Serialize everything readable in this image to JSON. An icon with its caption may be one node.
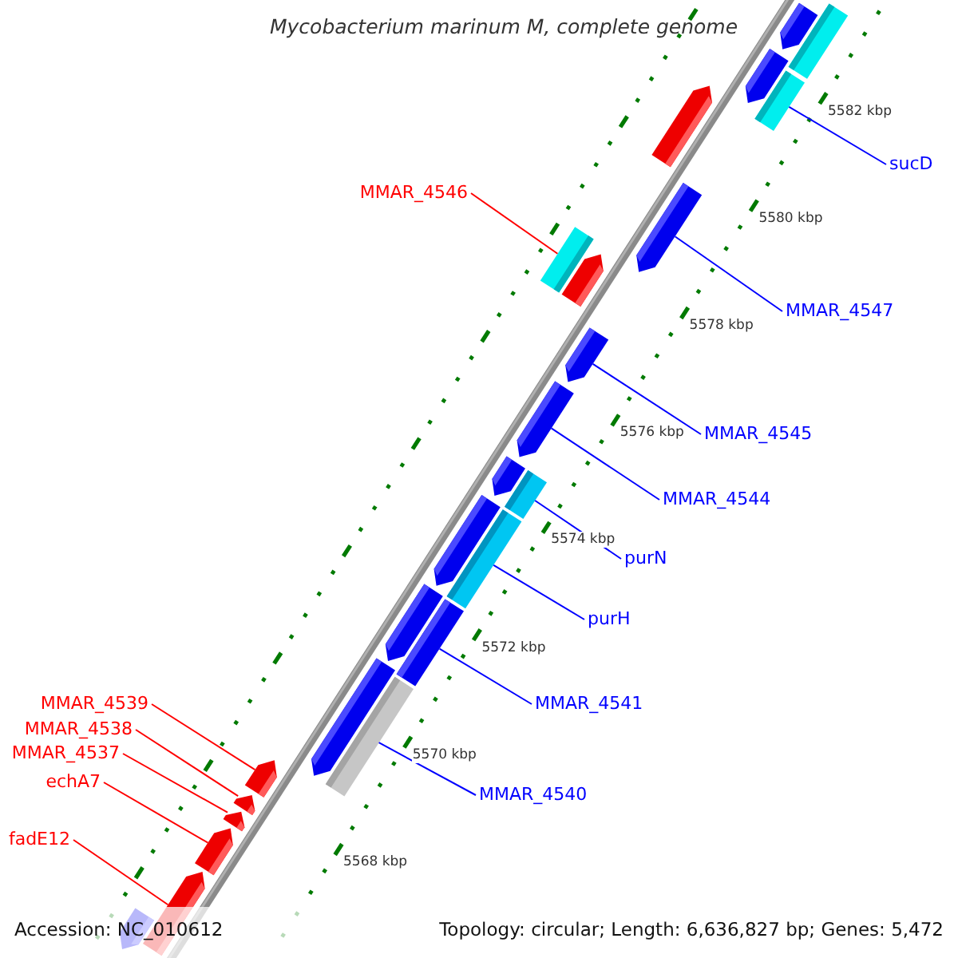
{
  "diagram": {
    "title": "Mycobacterium marinum M, complete genome",
    "nodes": [
      {
        "text": [
          "sucD"
        ]
      },
      {
        "text": [
          "MMAR_4546"
        ]
      },
      {
        "text": [
          "MMAR_4547"
        ]
      },
      {
        "text": [
          "MMAR_4545"
        ]
      },
      {
        "text": [
          "MMAR_4544"
        ]
      },
      {
        "text": [
          "purN"
        ]
      },
      {
        "text": [
          "purH"
        ]
      },
      {
        "text": [
          "MMAR_4539"
        ]
      },
      {
        "text": [
          "MMAR_4541"
        ]
      },
      {
        "text": [
          "MMAR_4538"
        ]
      },
      {
        "text": [
          "MMAR_4537"
        ]
      },
      {
        "text": [
          "echA7"
        ]
      },
      {
        "text": [
          "MMAR_4540"
        ]
      },
      {
        "text": [
          "fadE12"
        ]
      },
      {
        "text": [],
        "shape": "arrow"
      },
      {
        "text": [],
        "shape": "bar"
      },
      {
        "text": [],
        "shape": "arrow"
      },
      {
        "text": [],
        "shape": "bar"
      },
      {
        "text": [],
        "shape": "arrow"
      },
      {
        "text": [],
        "shape": "arrow"
      },
      {
        "text": [],
        "shape": "bar"
      },
      {
        "text": [],
        "shape": "arrow"
      },
      {
        "text": [],
        "shape": "arrow"
      },
      {
        "text": [],
        "shape": "arrow"
      },
      {
        "text": [],
        "shape": "arrow"
      },
      {
        "text": [],
        "shape": "bar"
      },
      {
        "text": [],
        "shape": "arrow"
      },
      {
        "text": [],
        "shape": "bar"
      },
      {
        "text": [],
        "shape": "arrow"
      },
      {
        "text": [],
        "shape": "bar"
      },
      {
        "text": [],
        "shape": "arrow"
      },
      {
        "text": [],
        "shape": "bar"
      },
      {
        "text": [],
        "shape": "arrow"
      },
      {
        "text": [],
        "shape": "arrow"
      },
      {
        "text": [],
        "shape": "arrow"
      },
      {
        "text": [],
        "shape": "arrow"
      },
      {
        "text": [],
        "shape": "arrow"
      },
      {
        "text": [],
        "shape": "arrow"
      }
    ],
    "edges": [
      {
        "from": 0,
        "to": 17,
        "arrow": "none"
      },
      {
        "from": 1,
        "to": 20,
        "arrow": "none",
        "color": "#ff0000"
      },
      {
        "from": 2,
        "to": 19,
        "arrow": "none"
      },
      {
        "from": 3,
        "to": 22,
        "arrow": "none"
      },
      {
        "from": 4,
        "to": 23,
        "arrow": "none"
      },
      {
        "from": 5,
        "to": 25,
        "arrow": "none"
      },
      {
        "from": 6,
        "to": 27,
        "arrow": "none"
      },
      {
        "from": 7,
        "to": 32,
        "arrow": "none",
        "color": "#ff0000"
      },
      {
        "from": 8,
        "to": 29,
        "arrow": "none"
      },
      {
        "from": 9,
        "to": 33,
        "arrow": "none",
        "color": "#ff0000"
      },
      {
        "from": 10,
        "to": 34,
        "arrow": "none",
        "color": "#ff0000"
      },
      {
        "from": 11,
        "to": 35,
        "arrow": "none",
        "color": "#ff0000"
      },
      {
        "from": 12,
        "to": 31,
        "arrow": "none"
      },
      {
        "from": 13,
        "to": 36,
        "arrow": "none",
        "color": "#ff0000"
      }
    ],
    "labels": [
      "5582 kbp",
      "5580 kbp",
      "5578 kbp",
      "5576 kbp",
      "5574 kbp",
      "5572 kbp",
      "5570 kbp",
      "5568 kbp",
      "Accession: NC_010612",
      "Topology: circular; Length: 6,636,827 bp; Genes: 5,472"
    ]
  }
}
